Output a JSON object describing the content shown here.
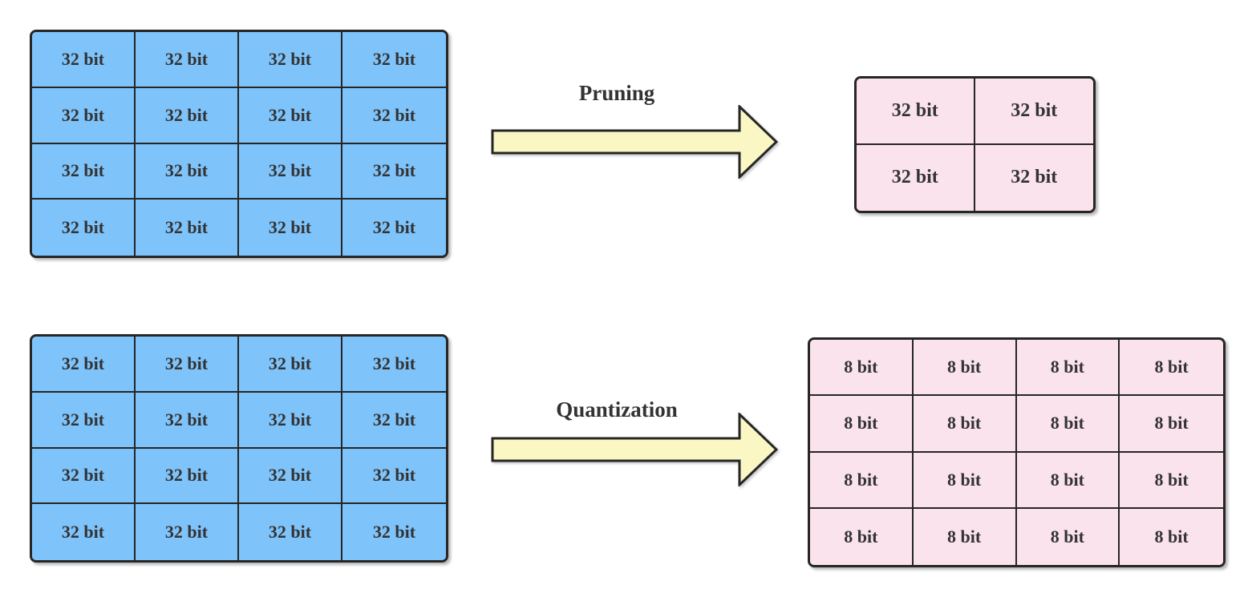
{
  "colors": {
    "background": "#ffffff",
    "blue_fill": "#7EC3FA",
    "pink_fill": "#FBE3EE",
    "arrow_fill": "#FBF7C5",
    "border": "#262626",
    "text": "#333333"
  },
  "grids": {
    "top_left": {
      "rows": 4,
      "cols": 4,
      "fill": "#7EC3FA",
      "cells": [
        "32 bit",
        "32 bit",
        "32 bit",
        "32 bit",
        "32 bit",
        "32 bit",
        "32 bit",
        "32 bit",
        "32 bit",
        "32 bit",
        "32 bit",
        "32 bit",
        "32 bit",
        "32 bit",
        "32 bit",
        "32 bit"
      ]
    },
    "top_right": {
      "rows": 2,
      "cols": 2,
      "fill": "#FBE3EE",
      "cells": [
        "32 bit",
        "32 bit",
        "32 bit",
        "32 bit"
      ]
    },
    "bottom_left": {
      "rows": 4,
      "cols": 4,
      "fill": "#7EC3FA",
      "cells": [
        "32 bit",
        "32 bit",
        "32 bit",
        "32 bit",
        "32 bit",
        "32 bit",
        "32 bit",
        "32 bit",
        "32 bit",
        "32 bit",
        "32 bit",
        "32 bit",
        "32 bit",
        "32 bit",
        "32 bit",
        "32 bit"
      ]
    },
    "bottom_right": {
      "rows": 4,
      "cols": 4,
      "fill": "#FBE3EE",
      "cells": [
        "8 bit",
        "8 bit",
        "8 bit",
        "8 bit",
        "8 bit",
        "8 bit",
        "8 bit",
        "8 bit",
        "8 bit",
        "8 bit",
        "8 bit",
        "8 bit",
        "8 bit",
        "8 bit",
        "8 bit",
        "8 bit"
      ]
    }
  },
  "arrows": {
    "pruning": {
      "label": "Pruning"
    },
    "quantization": {
      "label": "Quantization"
    }
  }
}
